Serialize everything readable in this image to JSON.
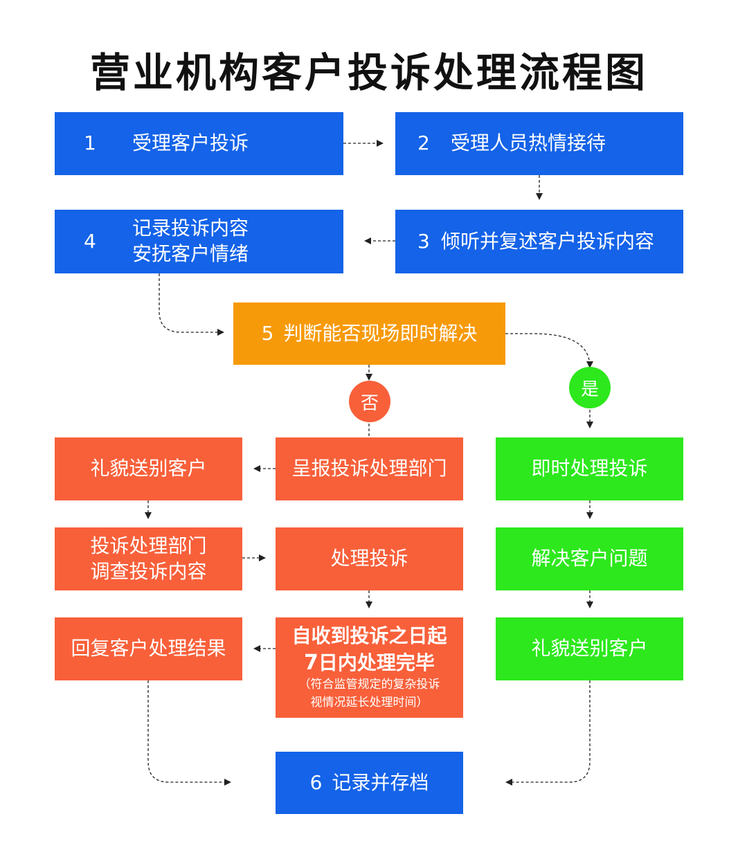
{
  "title": "营业机构客户投诉处理流程图",
  "steps": {
    "s1": {
      "num": "1",
      "text": "受理客户投诉"
    },
    "s2": {
      "num": "2",
      "text": "受理人员热情接待"
    },
    "s3": {
      "num": "3",
      "text": "倾听并复述客户投诉内容"
    },
    "s4": {
      "num": "4",
      "line1": "记录投诉内容",
      "line2": "安抚客户情绪"
    },
    "s5": {
      "num": "5",
      "text": "判断能否现场即时解决"
    },
    "s6": {
      "num": "6",
      "text": "记录并存档"
    }
  },
  "decision": {
    "no": "否",
    "yes": "是"
  },
  "no_branch": {
    "report": "呈报投诉处理部门",
    "farewell": "礼貌送别客户",
    "investigate_line1": "投诉处理部门",
    "investigate_line2": "调查投诉内容",
    "handle": "处理投诉",
    "deadline_line1": "自收到投诉之日起",
    "deadline_num": "7",
    "deadline_line2": "日内处理完毕",
    "deadline_note1": "（符合监管规定的复杂投诉",
    "deadline_note2": "视情况延长处理时间）",
    "reply": "回复客户处理结果"
  },
  "yes_branch": {
    "handle_now": "即时处理投诉",
    "solve": "解决客户问题",
    "farewell": "礼貌送别客户"
  },
  "colors": {
    "blue": "#1463e8",
    "orange": "#f79a0a",
    "red": "#f8603a",
    "green": "#2de81d",
    "arrow": "#222222"
  }
}
